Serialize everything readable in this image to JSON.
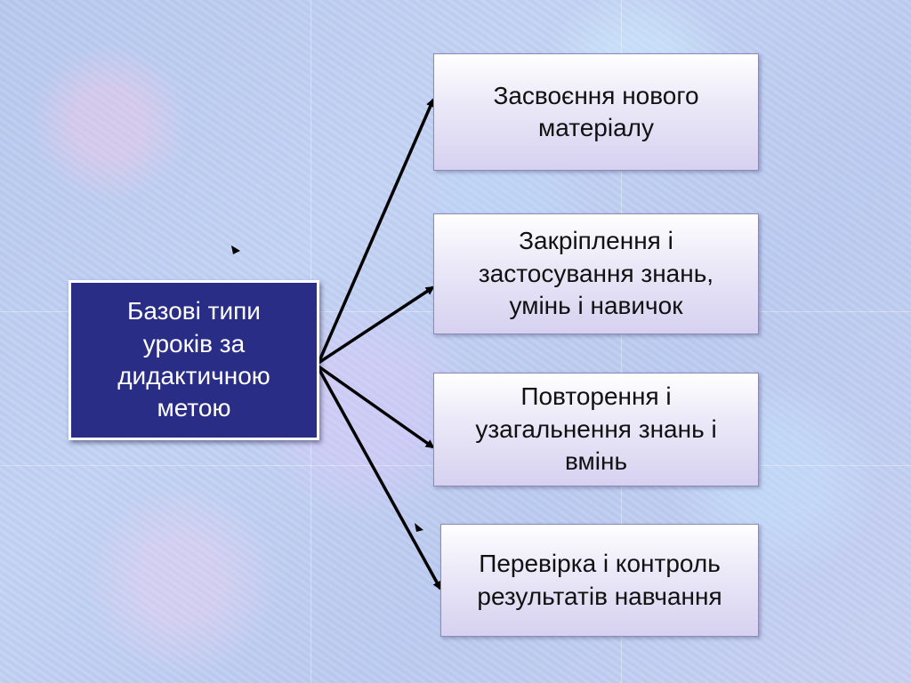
{
  "diagram": {
    "root": {
      "label": "Базові типи\nуроків за\nдидактичною\nметою"
    },
    "children": [
      {
        "label": "Засвоєння нового\nматеріалу"
      },
      {
        "label": "Закріплення і\nзастосування знань,\nумінь і навичок"
      },
      {
        "label": "Повторення і\nузагальнення знань і\nвмінь"
      },
      {
        "label": "Перевірка і контроль\nрезультатів навчання"
      }
    ]
  },
  "colors": {
    "root_fill": "#2a2d86",
    "child_border": "#8e8ab8",
    "arrow": "#000000"
  }
}
